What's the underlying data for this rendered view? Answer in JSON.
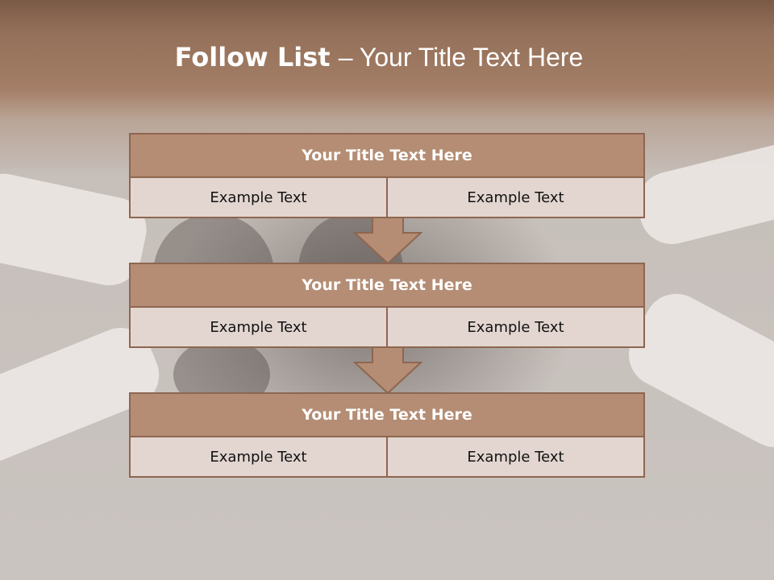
{
  "title": {
    "bold": "Follow List",
    "rest": "– Your Title Text Here"
  },
  "steps": [
    {
      "heading": "Your Title Text Here",
      "left": "Example Text",
      "right": "Example Text"
    },
    {
      "heading": "Your Title Text Here",
      "left": "Example Text",
      "right": "Example Text"
    },
    {
      "heading": "Your Title Text Here",
      "left": "Example Text",
      "right": "Example Text"
    }
  ],
  "colors": {
    "header_fill": "#b48d74",
    "cell_fill": "#e3d6d0",
    "border": "#8e6650",
    "arrow_fill": "#b48d74"
  }
}
